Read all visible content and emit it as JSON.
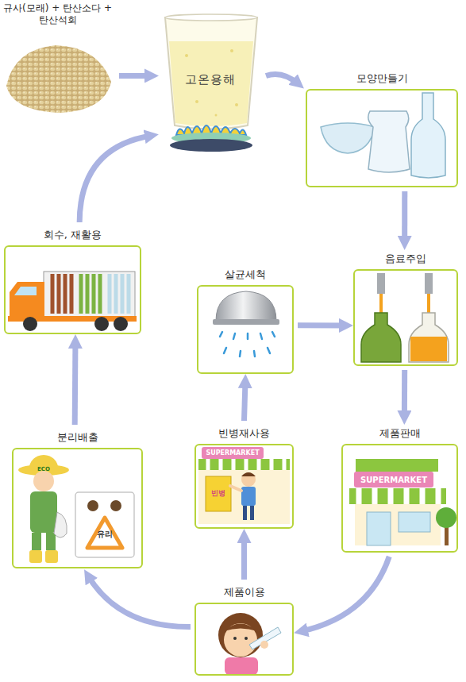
{
  "diagram": {
    "nodes": [
      {
        "text": [
          "규사(모래) + 탄산소다 + 탄산석회"
        ]
      },
      {
        "text": [
          "고온용해"
        ]
      },
      {
        "text": [
          "모양만들기"
        ]
      },
      {
        "text": [
          "회수, 재활용"
        ]
      },
      {
        "text": [
          "살균세척"
        ]
      },
      {
        "text": [
          "음료주입"
        ]
      },
      {
        "text": [
          "빈병재사용"
        ]
      },
      {
        "text": [
          "분리배출"
        ]
      },
      {
        "text": [
          "제품판매"
        ]
      },
      {
        "text": [
          "제품이용"
        ]
      }
    ],
    "edges": [
      {
        "from": 0,
        "to": 1,
        "arrow": "to"
      },
      {
        "from": 1,
        "to": 2,
        "arrow": "to"
      },
      {
        "from": 2,
        "to": 5,
        "arrow": "to"
      },
      {
        "from": 4,
        "to": 5,
        "arrow": "to"
      },
      {
        "from": 5,
        "to": 8,
        "arrow": "to"
      },
      {
        "from": 8,
        "to": 9,
        "arrow": "to"
      },
      {
        "from": 9,
        "to": 6,
        "arrow": "to"
      },
      {
        "from": 6,
        "to": 4,
        "arrow": "to"
      },
      {
        "from": 9,
        "to": 7,
        "arrow": "to"
      },
      {
        "from": 7,
        "to": 3,
        "arrow": "to"
      },
      {
        "from": 3,
        "to": 1,
        "arrow": "to"
      }
    ],
    "labels": [
      "ECO",
      "유리",
      "SUPERMARKET",
      "빈병",
      "SUPERMARKET"
    ]
  }
}
